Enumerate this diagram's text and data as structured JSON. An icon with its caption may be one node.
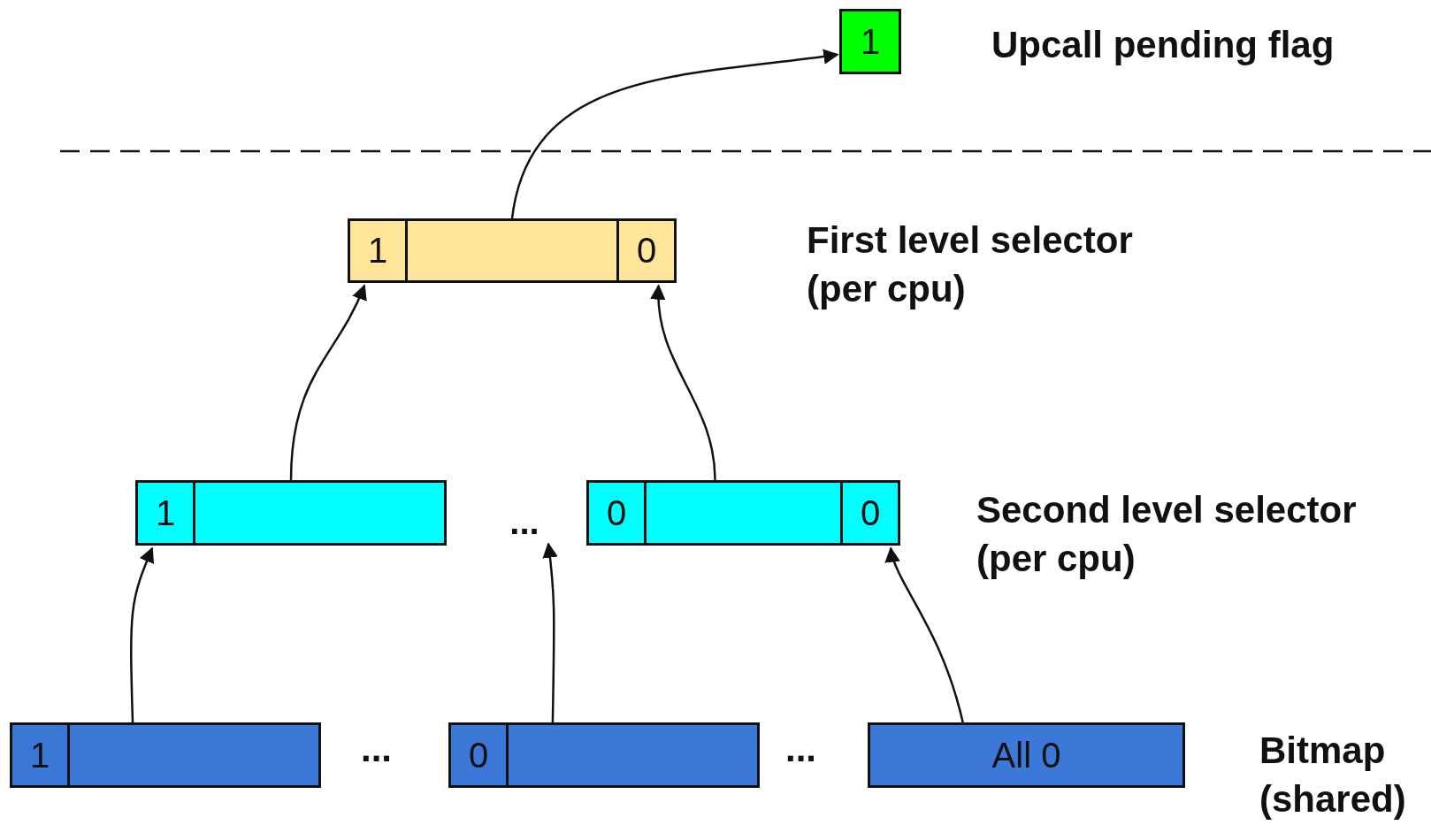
{
  "diagram": {
    "nodes": [
      {
        "text": [
          "1"
        ]
      },
      {
        "text": [],
        "shape": "bar"
      },
      {
        "text": [
          "1"
        ],
        "in": 1
      },
      {
        "text": [
          "0"
        ],
        "in": 1
      },
      {
        "text": [],
        "shape": "bar"
      },
      {
        "text": [
          "1"
        ],
        "in": 4
      },
      {
        "text": [
          "..."
        ]
      },
      {
        "text": [],
        "shape": "bar"
      },
      {
        "text": [
          "0"
        ],
        "in": 7
      },
      {
        "text": [
          "0"
        ],
        "in": 7
      },
      {
        "text": [],
        "shape": "bar"
      },
      {
        "text": [
          "1"
        ],
        "in": 10
      },
      {
        "text": [],
        "shape": "bar"
      },
      {
        "text": [
          "0"
        ],
        "in": 12
      },
      {
        "text": [
          "All 0"
        ]
      }
    ],
    "edges": [
      {
        "from": 10,
        "to": 5,
        "arrow": "to"
      },
      {
        "from": 12,
        "to": 6,
        "arrow": "to"
      },
      {
        "from": 14,
        "to": 9,
        "arrow": "to"
      },
      {
        "from": 4,
        "to": 2,
        "arrow": "to"
      },
      {
        "from": 7,
        "to": 3,
        "arrow": "to"
      },
      {
        "from": 1,
        "to": 0,
        "arrow": "to"
      }
    ],
    "labels": [
      "Upcall pending flag",
      "First level selector (per cpu)",
      "Second level selector (per cpu)",
      "...",
      "...",
      "Bitmap (shared)"
    ]
  }
}
